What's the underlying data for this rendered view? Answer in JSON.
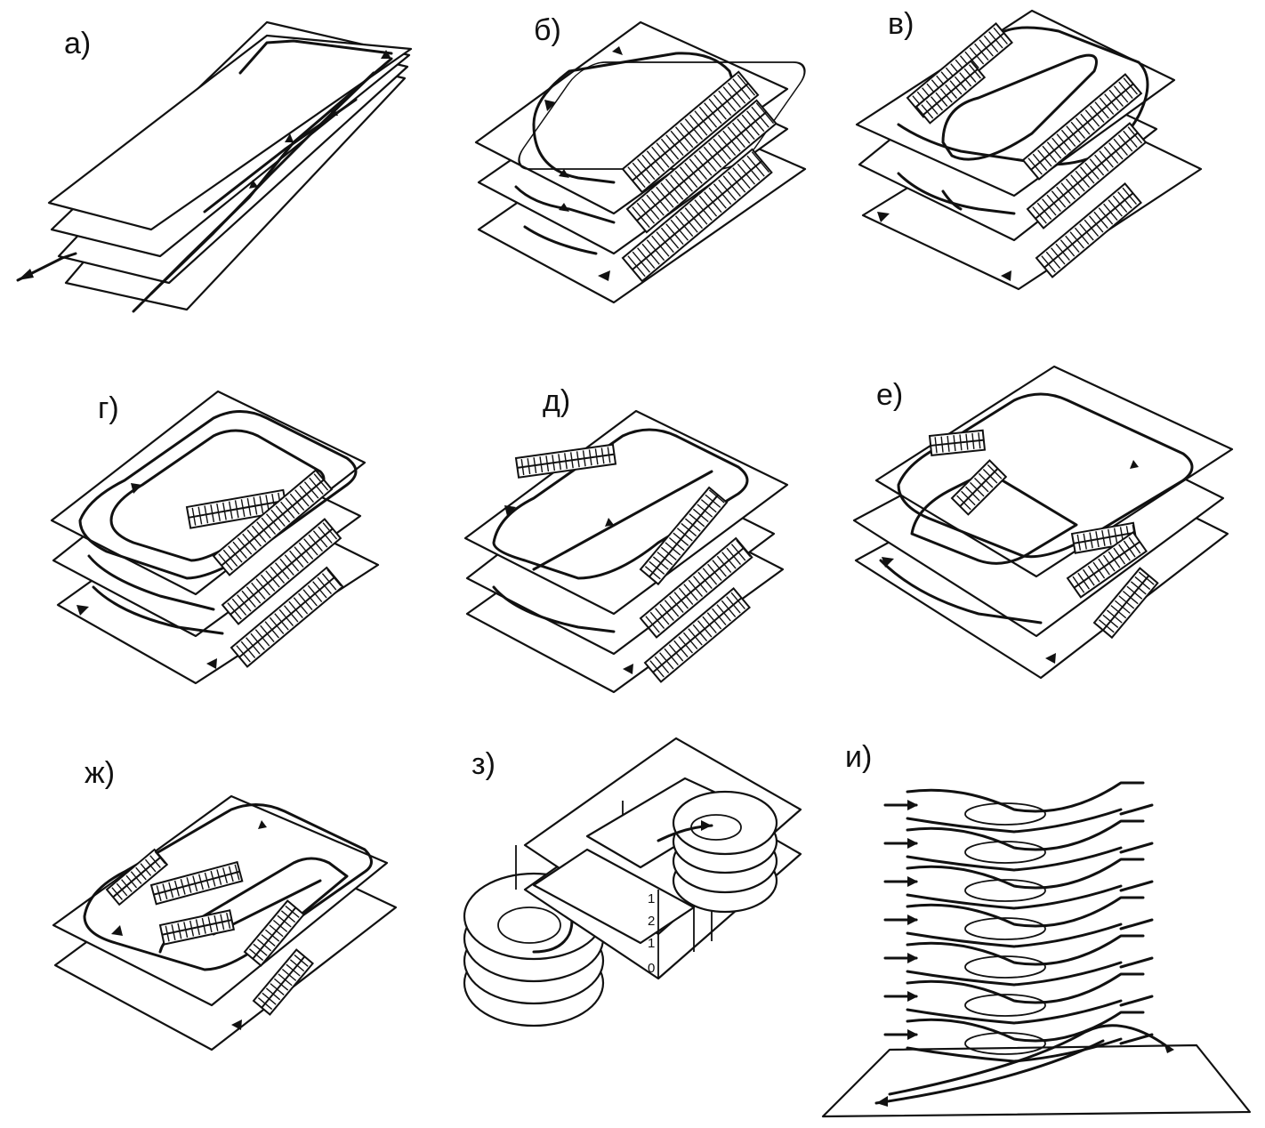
{
  "panels": [
    {
      "id": "a",
      "label": "а)"
    },
    {
      "id": "b",
      "label": "б)"
    },
    {
      "id": "v",
      "label": "в)"
    },
    {
      "id": "g",
      "label": "г)"
    },
    {
      "id": "d",
      "label": "д)"
    },
    {
      "id": "e",
      "label": "е)"
    },
    {
      "id": "zh",
      "label": "ж)"
    },
    {
      "id": "z",
      "label": "з)",
      "level_labels": [
        "1",
        "2",
        "1",
        "0"
      ]
    },
    {
      "id": "i",
      "label": "и)"
    }
  ]
}
